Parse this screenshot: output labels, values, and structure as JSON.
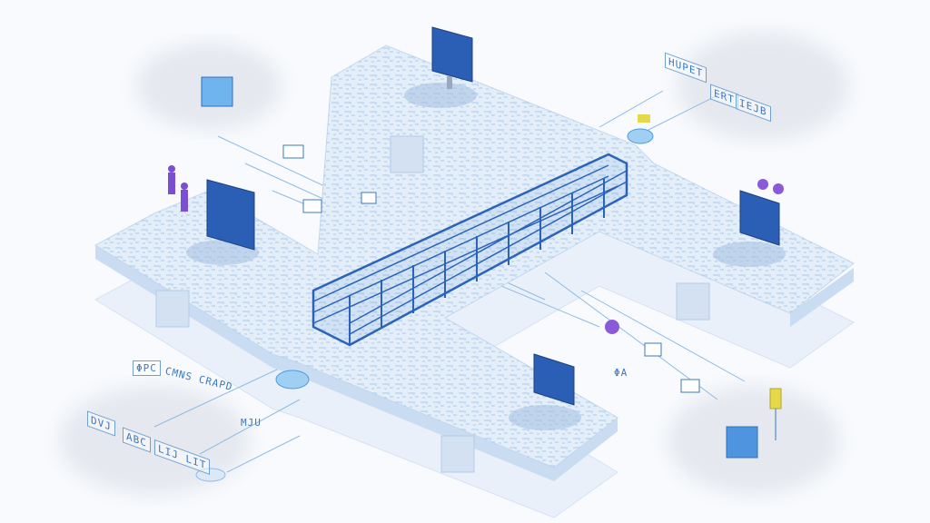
{
  "title": "Isometric network platforms illustration",
  "colors": {
    "platform": "#e4eef9",
    "platform_edge": "#c9dcf1",
    "accent": "#2f6fc4",
    "fence": "#2a63b8",
    "cloud": "#e6eaf0"
  },
  "labels": {
    "left_top_a": "ΦPC",
    "left_top_b": "CMNS CRAPD",
    "left_box_1": "DVJ",
    "left_box_2": "ABC",
    "left_box_3": "LIJ LIT",
    "left_small": "MJU",
    "right_box_1": "HUPET",
    "right_box_2": "ERT",
    "right_box_3": "IEJB",
    "mid_small": "ΦA"
  }
}
